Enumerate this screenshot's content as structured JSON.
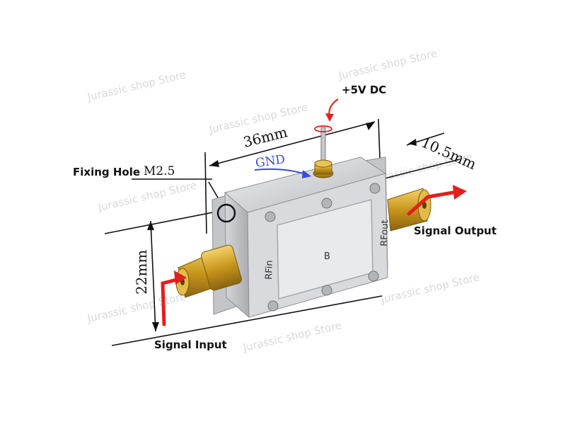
{
  "watermark": "Jurassic shop Store",
  "labels": {
    "power": "+5V DC",
    "length": "36mm",
    "depth": "10.5mm",
    "ground": "GND",
    "fixing_hole": "Fixing Hole",
    "hole_size": "M2.5",
    "height": "22mm",
    "input_port": "RFin",
    "output_port": "RFout",
    "signal_input": "Signal Input",
    "signal_output": "Signal Output",
    "lid_mark": "B"
  },
  "colors": {
    "arrow": "#e0201e",
    "gnd_arrow": "#3b4bd9",
    "housing": "#c9cbce",
    "connector": "#d4a52a"
  }
}
